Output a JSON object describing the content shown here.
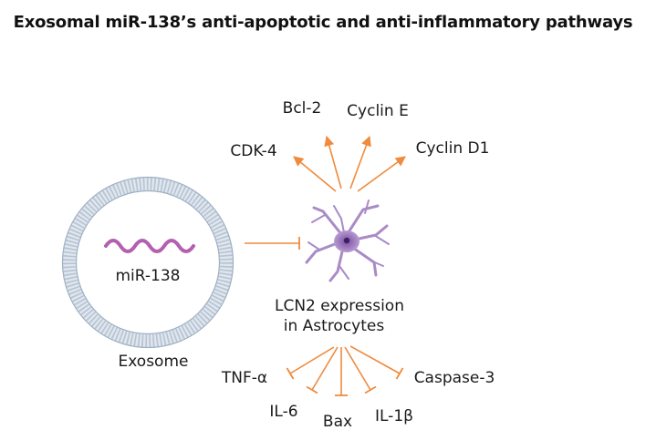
{
  "title": "Exosomal miR-138’s anti-apoptotic and anti-inflammatory pathways",
  "exosome": {
    "inner_label": "miR-138",
    "caption": "Exosome"
  },
  "astrocyte": {
    "caption_line1": "LCN2 expression",
    "caption_line2": "in Astrocytes"
  },
  "upregulated": [
    "CDK-4",
    "Bcl-2",
    "Cyclin E",
    "Cyclin D1"
  ],
  "inhibited": [
    "TNF-α",
    "IL-6",
    "Bax",
    "IL-1β",
    "Caspase-3"
  ],
  "colors": {
    "arrow": "#f08a3c",
    "membrane": "#a9b8c9",
    "membrane_light": "#dfe6ee",
    "rna": "#b45fb0",
    "cell": "#9a74b8",
    "nucleus": "#5a3a85"
  }
}
